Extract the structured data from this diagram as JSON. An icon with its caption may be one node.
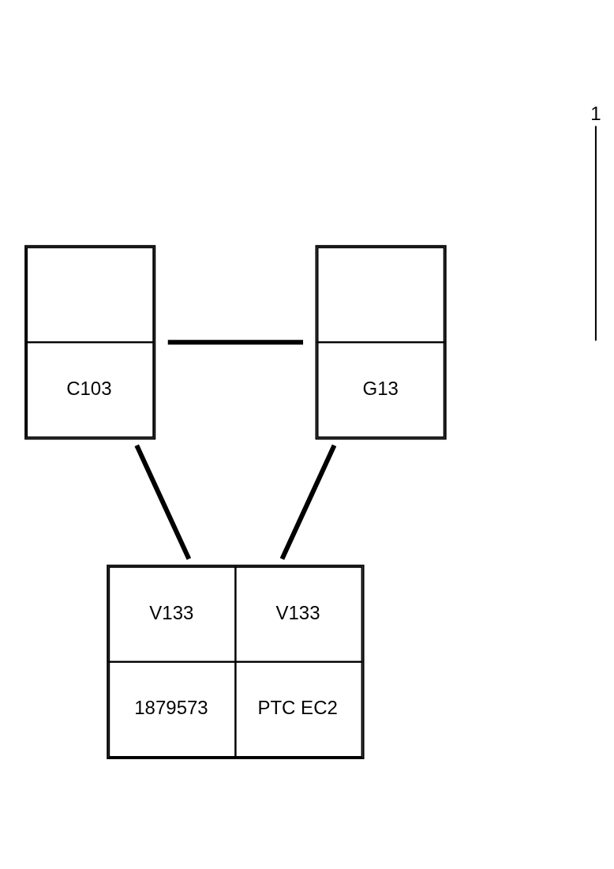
{
  "diagram": {
    "nodes": [
      {
        "text": [
          "C103"
        ]
      },
      {
        "text": [
          "G13"
        ]
      },
      {
        "text": [
          "V133",
          "V133",
          "1879573",
          "PTC EC2"
        ]
      },
      {
        "text": [
          "1"
        ]
      }
    ],
    "edges": [
      {
        "from": 0,
        "to": 1,
        "arrow": "none"
      },
      {
        "from": 0,
        "to": 2,
        "arrow": "none"
      },
      {
        "from": 1,
        "to": 2,
        "arrow": "none"
      },
      {
        "from": 3,
        "to": null,
        "arrow": "none"
      }
    ]
  }
}
